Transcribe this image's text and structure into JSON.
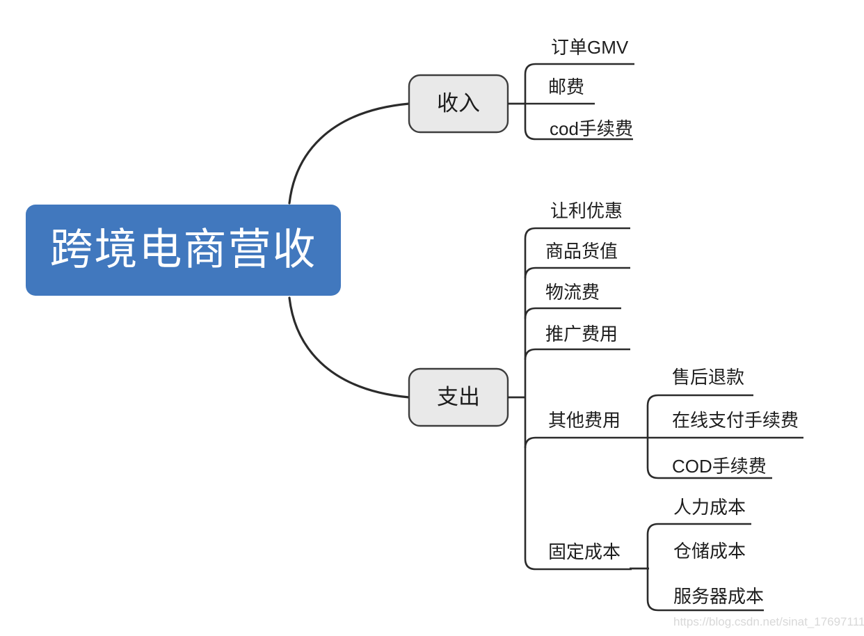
{
  "diagram": {
    "type": "mindmap",
    "title": "跨境电商营收",
    "orientation": "left-to-right",
    "colors": {
      "root_fill": "#4178be",
      "root_text": "#ffffff",
      "branch_fill": "#e9e9e9",
      "branch_stroke": "#3d3d3d",
      "line": "#2b2b2b",
      "leaf_text": "#1d1d1d",
      "background": "#ffffff",
      "watermark": "#d8d8d8"
    }
  },
  "root": {
    "label": "跨境电商营收"
  },
  "branches": [
    {
      "id": "income",
      "label": "收入",
      "children": [
        {
          "id": "order-gmv",
          "label": "订单GMV"
        },
        {
          "id": "shipping-fee",
          "label": "邮费"
        },
        {
          "id": "cod-service-fee",
          "label": "cod手续费"
        }
      ]
    },
    {
      "id": "expense",
      "label": "支出",
      "children": [
        {
          "id": "discount",
          "label": "让利优惠"
        },
        {
          "id": "goods-value",
          "label": "商品货值"
        },
        {
          "id": "logistics-fee",
          "label": "物流费"
        },
        {
          "id": "promotion-fee",
          "label": "推广费用"
        },
        {
          "id": "other-fee",
          "label": "其他费用",
          "children": [
            {
              "id": "after-sales-refund",
              "label": "售后退款"
            },
            {
              "id": "online-payment-fee",
              "label": "在线支付手续费"
            },
            {
              "id": "cod-fee-upper",
              "label": "COD手续费"
            }
          ]
        },
        {
          "id": "fixed-cost",
          "label": "固定成本",
          "children": [
            {
              "id": "labor-cost",
              "label": "人力成本"
            },
            {
              "id": "warehouse-cost",
              "label": "仓储成本"
            },
            {
              "id": "server-cost",
              "label": "服务器成本"
            }
          ]
        }
      ]
    }
  ],
  "watermark": {
    "text": "https://blog.csdn.net/sinat_17697111"
  }
}
